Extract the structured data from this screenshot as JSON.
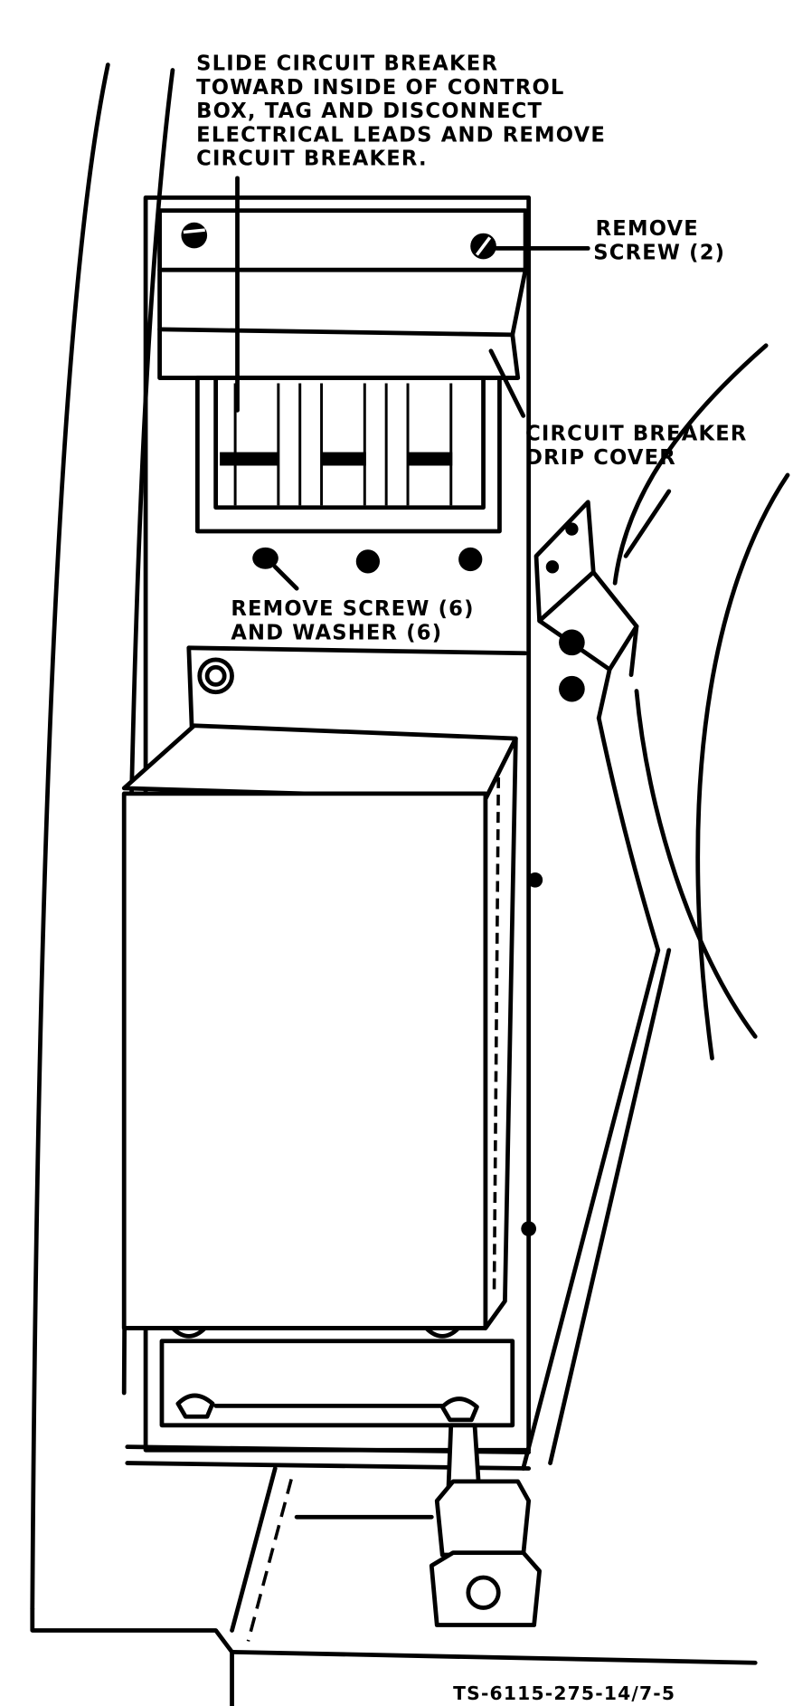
{
  "callouts": {
    "slide_breaker": [
      "SLIDE CIRCUIT BREAKER",
      "TOWARD INSIDE OF CONTROL",
      "BOX, TAG AND DISCONNECT",
      "ELECTRICAL LEADS AND REMOVE",
      "CIRCUIT BREAKER."
    ],
    "remove_screw_2": [
      "REMOVE",
      "SCREW (2)"
    ],
    "drip_cover": [
      "CIRCUIT BREAKER",
      "DRIP COVER"
    ],
    "remove_screw_6": [
      "REMOVE SCREW (6)",
      "AND WASHER (6)"
    ]
  },
  "figure_id": "TS-6115-275-14/7-5"
}
